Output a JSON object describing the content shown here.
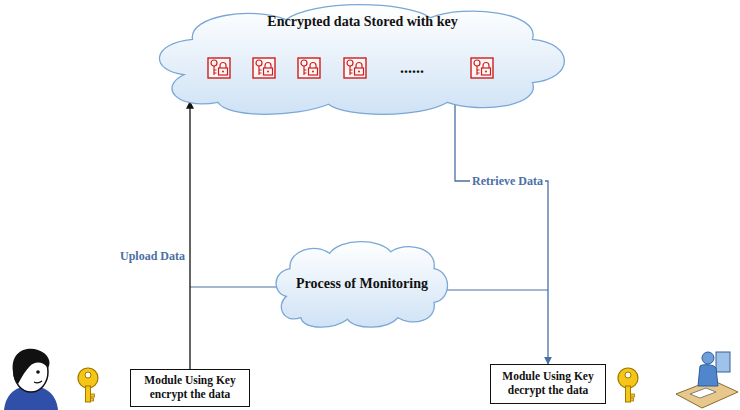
{
  "diagram": {
    "nodes": [
      {
        "text": [
          "Encrypted data Stored with key",
          "......"
        ]
      },
      {
        "text": [
          "Process of Monitoring"
        ]
      },
      {
        "text": [
          "Module Using Key encrypt the data"
        ]
      },
      {
        "text": [
          "Module Using Key decrypt the data"
        ]
      }
    ],
    "edges": [
      {
        "from": 2,
        "to": 0,
        "arrow": "to",
        "label": "Upload Data"
      },
      {
        "from": 0,
        "to": 3,
        "arrow": "to",
        "label": "Retrieve Data"
      }
    ]
  }
}
